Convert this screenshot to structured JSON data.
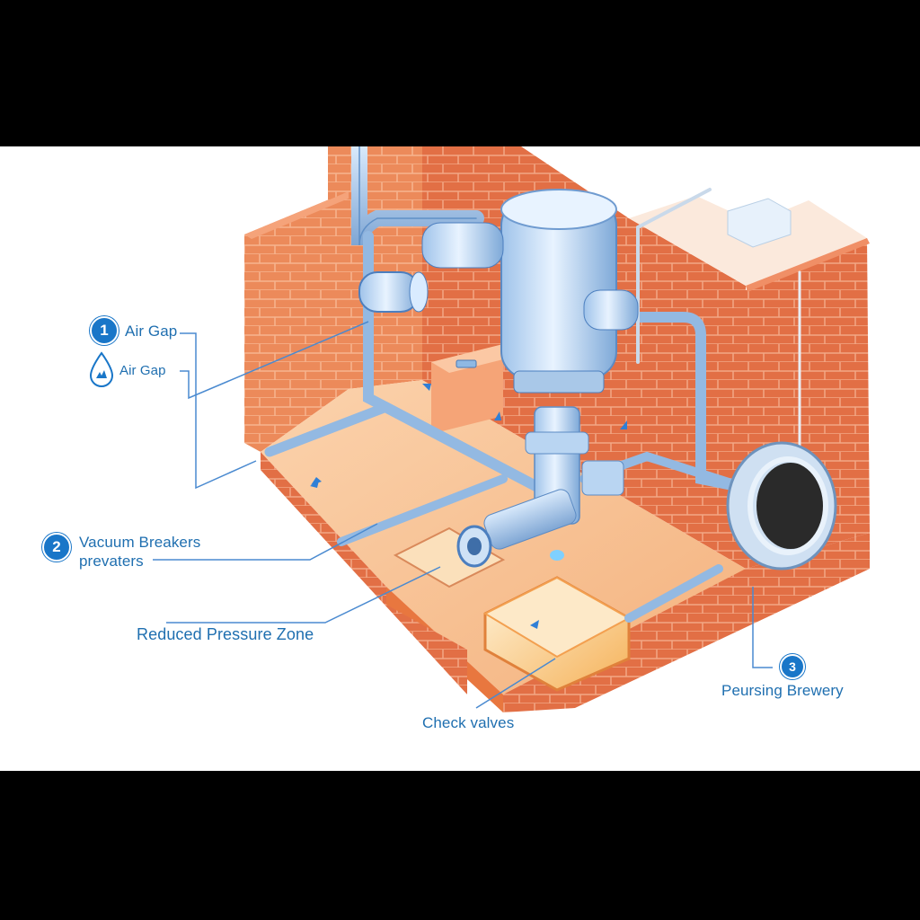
{
  "diagram": {
    "labels": {
      "air_gap_1": "Air Gap",
      "air_gap_2": "Air Gap",
      "vacuum_line1": "Vacuum Breakers",
      "vacuum_line2": "prevaters",
      "reduced_pressure": "Reduced Pressure Zone",
      "check_valves": "Check valves",
      "pursing": "Peursing Brewery"
    },
    "badges": {
      "b1": "1",
      "b2": "2",
      "b3": "3"
    },
    "icons": [
      "water-drop-icon"
    ],
    "colors": {
      "label_blue": "#1f6fb0",
      "badge_blue": "#1976c8",
      "brick": "#e07a4e",
      "pipe": "#a9c8e8",
      "frame": "#000000"
    }
  }
}
